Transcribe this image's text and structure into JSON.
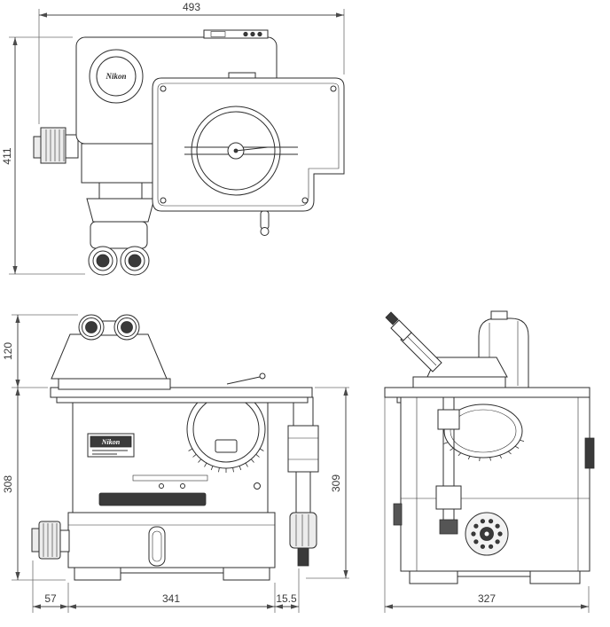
{
  "drawing": {
    "brand": "Nikon",
    "colors": {
      "line": "#2e2e2e",
      "dimension": "#4a4a4a",
      "dark_fill": "#3a3a3a",
      "background": "#ffffff"
    },
    "views": {
      "top": {
        "dims": {
          "width": "493",
          "height": "411"
        }
      },
      "front": {
        "dims": {
          "eyepiece_to_stage": "120",
          "stage_to_floor": "308",
          "pillar_to_floor": "309",
          "knob_overhang": "57",
          "base_width": "341",
          "pillar_overhang": "15.5"
        }
      },
      "side": {
        "dims": {
          "depth": "327"
        }
      }
    }
  }
}
